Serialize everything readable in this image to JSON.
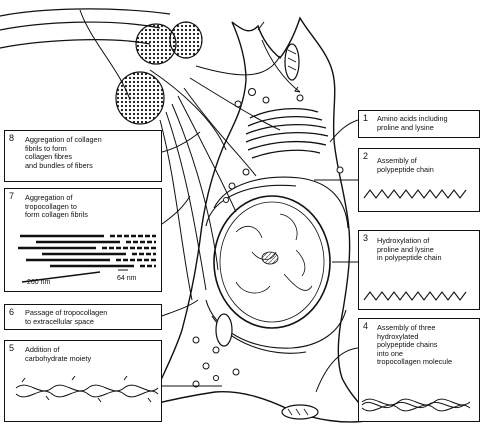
{
  "steps": [
    {
      "num": "1",
      "text": "Amino acids including\nproline and lysine"
    },
    {
      "num": "2",
      "text": "Assembly of\npolypeptide chain"
    },
    {
      "num": "3",
      "text": "Hydroxylation of\nproline and lysine\nin polypeptide chain"
    },
    {
      "num": "4",
      "text": "Assembly of three\nhydroxylated\npolypeptide chains\ninto one\ntropocollagen molecule"
    },
    {
      "num": "5",
      "text": "Addition of\ncarbohydrate moiety"
    },
    {
      "num": "6",
      "text": "Passage of tropocollagen\nto extracellular space"
    },
    {
      "num": "7",
      "text": "Aggregation of\ntropocollagen to\nform collagen fibrils"
    },
    {
      "num": "8",
      "text": "Aggregation of collagen\nfibrils to form\ncollagen fibres\nand bundles of fibers"
    }
  ],
  "scale": {
    "length": "260 nm",
    "period": "64 nm"
  }
}
